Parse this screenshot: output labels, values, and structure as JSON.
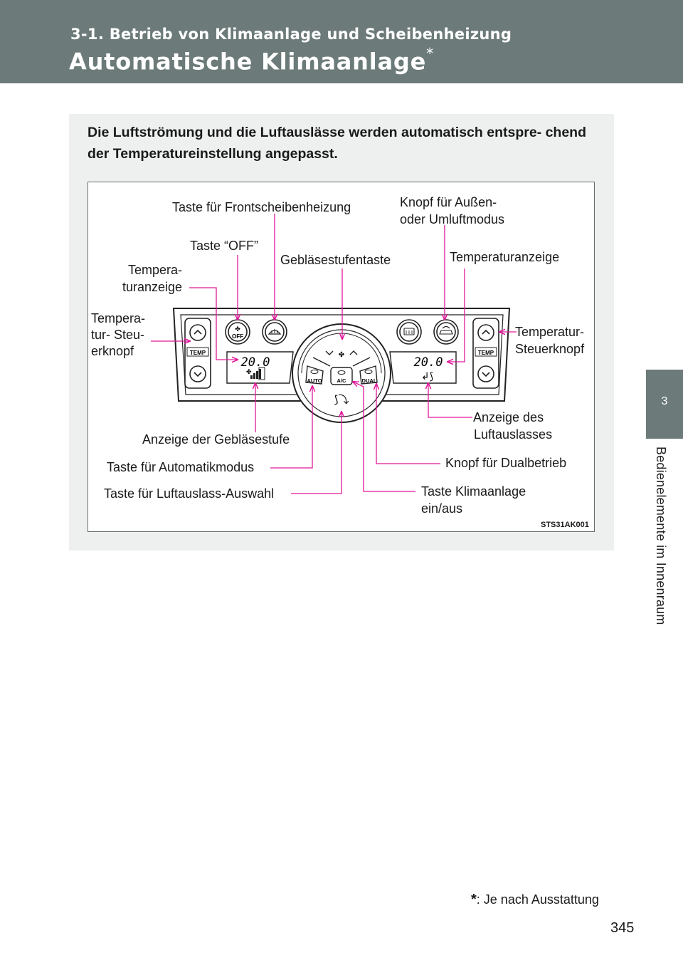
{
  "header": {
    "section": "3-1. Betrieb von Klimaanlage und Scheibenheizung",
    "title": "Automatische Klimaanlage",
    "title_mark": "*"
  },
  "sidebar": {
    "chapter_number": "3",
    "chapter_title": "Bedienelemente im Innenraum"
  },
  "intro_text": "Die Luftströmung und die Luftauslässe werden automatisch entspre- chend der Temperatureinstellung angepasst.",
  "figure": {
    "image_code": "STS31AK001",
    "labels": {
      "frontscheibe": "Taste für Frontscheibenheizung",
      "umluft_1": "Knopf für Außen-",
      "umluft_2": "oder Umluftmodus",
      "off": "Taste “OFF”",
      "geblaese_taste": "Gebläsestufentaste",
      "temp_anzeige_right": "Temperaturanzeige",
      "temp_anzeige_left_1": "Tempera-",
      "temp_anzeige_left_2": "turanzeige",
      "temp_knopf_left_1": "Tempera-",
      "temp_knopf_left_2": "tur- Steu-",
      "temp_knopf_left_3": "erknopf",
      "temp_knopf_right_1": "Temperatur-",
      "temp_knopf_right_2": "Steuerknopf",
      "luftauslass_1": "Anzeige des",
      "luftauslass_2": "Luftauslasses",
      "geblaese_anzeige": "Anzeige der Gebläsestufe",
      "dual": "Knopf für Dualbetrieb",
      "auto": "Taste für Automatikmodus",
      "klima_1": "Taste Klimaanlage",
      "klima_2": "ein/aus",
      "auswahl": "Taste für Luftauslass-Auswahl"
    },
    "panel": {
      "temp_left": "20.0",
      "temp_right": "20.0",
      "temp_button": "TEMP",
      "off_button": "OFF",
      "auto_button": "AUTO",
      "ac_button": "A/C",
      "dual_button": "DUAL"
    },
    "colors": {
      "pointer": "#e0199b",
      "outline": "#222222"
    }
  },
  "footnote": {
    "mark": "*",
    "text": ": Je nach Ausstattung"
  },
  "page_number": "345"
}
